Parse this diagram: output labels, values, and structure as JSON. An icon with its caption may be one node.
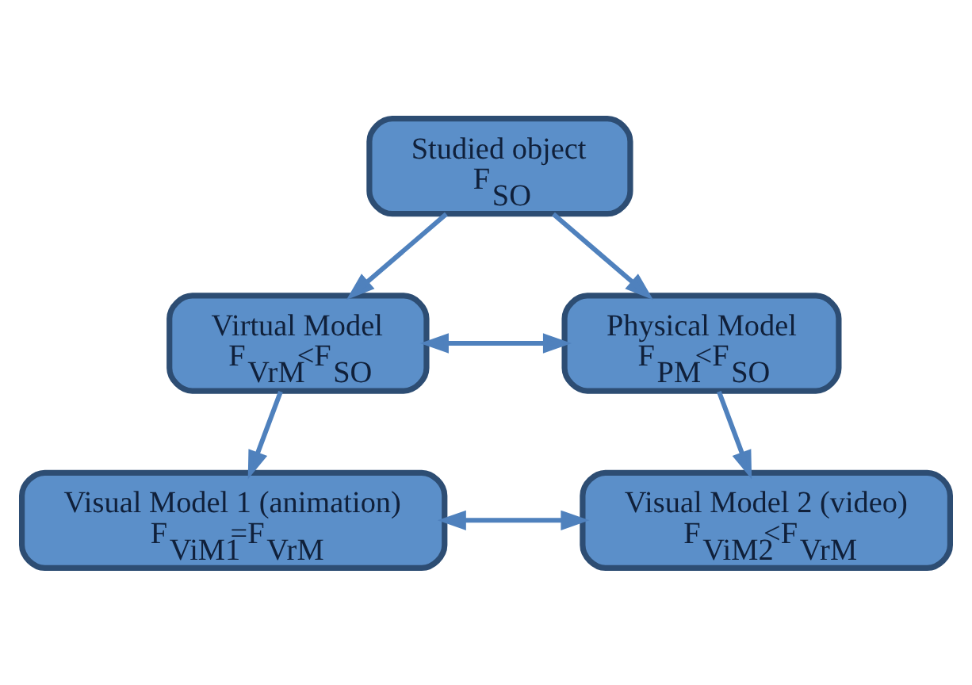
{
  "diagram": {
    "nodes": [
      {
        "text": [
          "Studied object",
          "F$_{SO}$"
        ]
      },
      {
        "text": [
          "Virtual Model",
          "F$_{VrM}$<F$_{SO}$"
        ]
      },
      {
        "text": [
          "Physical Model",
          "F$_{PM}$<F$_{SO}$"
        ]
      },
      {
        "text": [
          "Visual Model 1 (animation)",
          "F$_{ViM1}$=F$_{VrM}$"
        ]
      },
      {
        "text": [
          "Visual Model 2 (video)",
          "F$_{ViM2}$<F$_{VrM}$"
        ]
      }
    ],
    "edges": [
      {
        "from": 0,
        "to": 1,
        "arrow": "to"
      },
      {
        "from": 0,
        "to": 2,
        "arrow": "to"
      },
      {
        "from": 1,
        "to": 2,
        "arrow": "both"
      },
      {
        "from": 1,
        "to": 3,
        "arrow": "to"
      },
      {
        "from": 2,
        "to": 4,
        "arrow": "to"
      },
      {
        "from": 3,
        "to": 4,
        "arrow": "both"
      }
    ]
  }
}
